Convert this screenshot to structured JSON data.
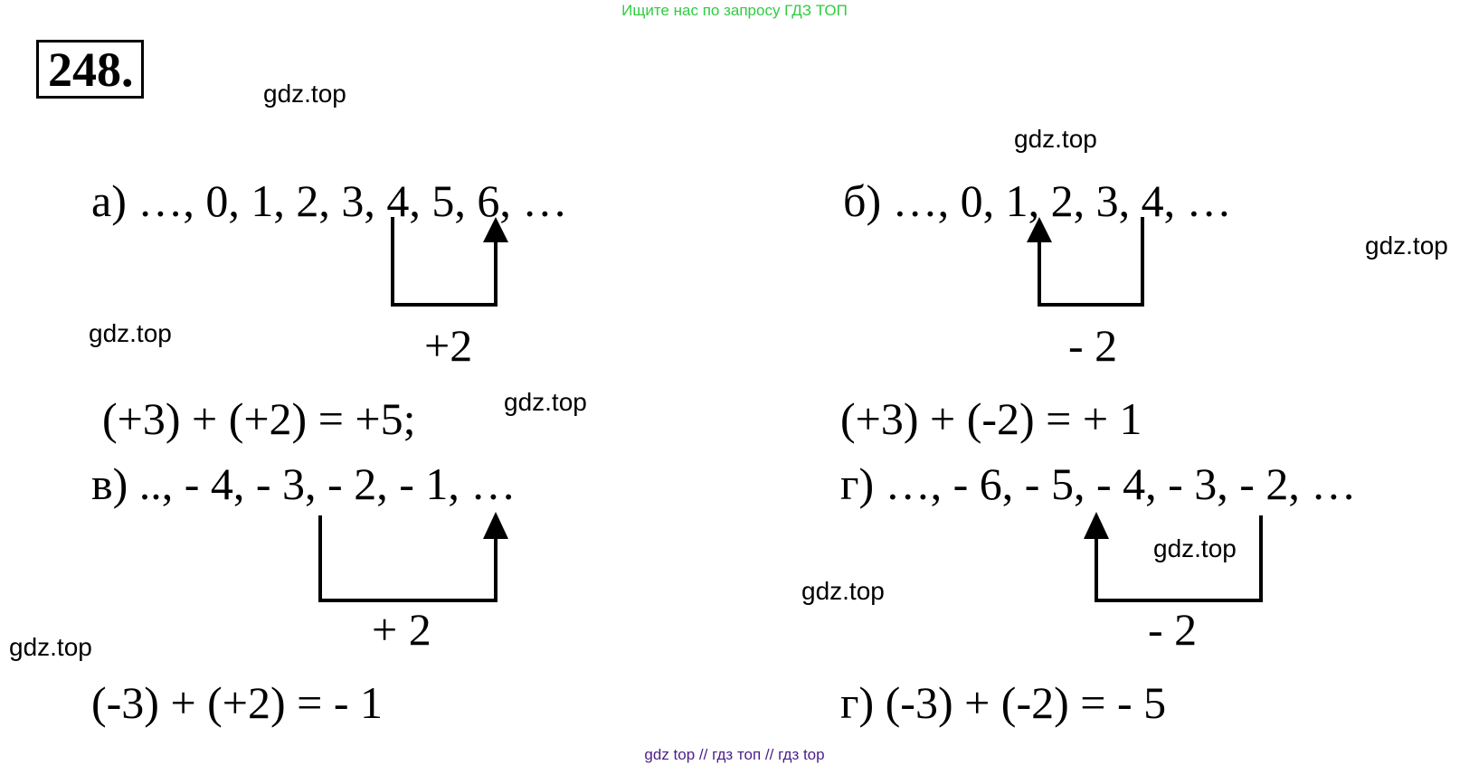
{
  "header": {
    "banner": "Ищите нас по запросу ГДЗ ТОП"
  },
  "problem": {
    "number": "248."
  },
  "watermarks": [
    "gdz.top",
    "gdz.top",
    "gdz.top",
    "gdz.top",
    "gdz.top",
    "gdz.top",
    "gdz.top",
    "gdz.top"
  ],
  "parts": {
    "a": {
      "sequence": "а) …, 0, 1, 2, 3, 4, 5, 6, …",
      "step": "+2",
      "equation": "(+3) + (+2) = +5;"
    },
    "b": {
      "sequence": "б) …, 0, 1, 2, 3, 4, …",
      "step": "- 2",
      "equation": "(+3) + (-2) = + 1"
    },
    "v": {
      "sequence": "в) .., - 4, - 3, - 2, - 1, …",
      "step": "+ 2",
      "equation": "(-3) + (+2) = - 1"
    },
    "g": {
      "sequence": "г) …, - 6, - 5, - 4, - 3, - 2, …",
      "step": "- 2",
      "equation": "г) (-3) + (-2) = - 5"
    }
  },
  "footer": {
    "text": "gdz top  //  гдз топ  //  гдз top"
  }
}
